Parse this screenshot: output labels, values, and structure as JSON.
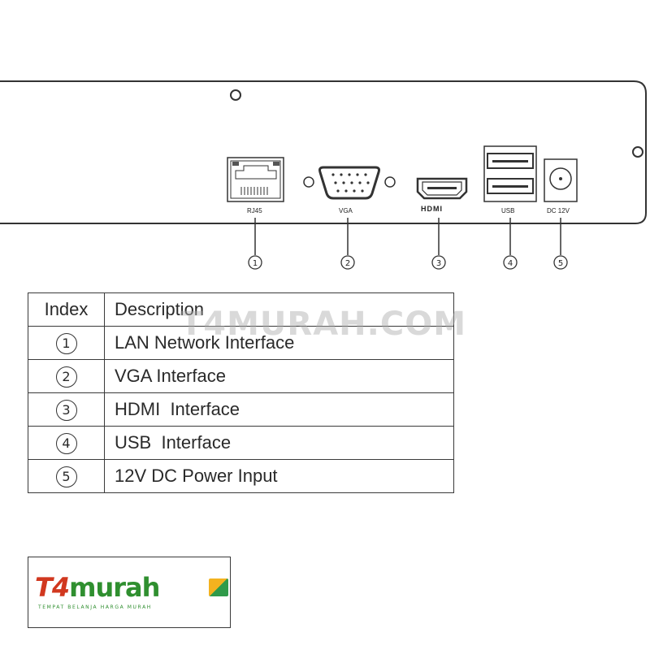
{
  "ports": [
    {
      "index": "①",
      "label": "RJ45",
      "icon": "rj45-port-icon"
    },
    {
      "index": "②",
      "label": "VGA",
      "icon": "vga-port-icon"
    },
    {
      "index": "③",
      "label": "HDMI",
      "icon": "hdmi-port-icon"
    },
    {
      "index": "④",
      "label": "USB",
      "icon": "usb-port-icon"
    },
    {
      "index": "⑤",
      "label": "DC 12V",
      "icon": "dc-power-jack-icon"
    }
  ],
  "table": {
    "header_index": "Index",
    "header_description": "Description",
    "rows": [
      {
        "index": "1",
        "description": "LAN Network Interface"
      },
      {
        "index": "2",
        "description": "VGA Interface"
      },
      {
        "index": "3",
        "description": "HDMI  Interface"
      },
      {
        "index": "4",
        "description": "USB  Interface"
      },
      {
        "index": "5",
        "description": "12V DC Power Input"
      }
    ]
  },
  "watermark": "T4MURAH.COM",
  "logo": {
    "t4": "T4",
    "murah": "murah",
    "tagline": "TEMPAT BELANJA HARGA MURAH",
    "colors": {
      "t4": "#d1381f",
      "murah": "#2f8f2f",
      "bag": "#f3b21f"
    }
  }
}
